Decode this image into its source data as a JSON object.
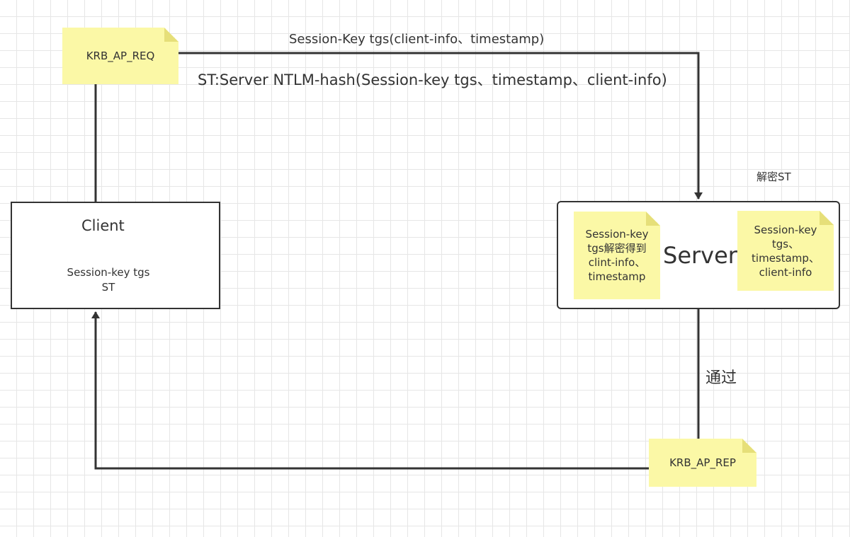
{
  "edges": {
    "req_top": "Session-Key tgs(client-info、timestamp)",
    "req_st": "ST:Server NTLM-hash(Session-key tgs、timestamp、client-info)",
    "decrypt": "解密ST",
    "pass": "通过"
  },
  "client": {
    "title": "Client",
    "line1": "Session-key tgs",
    "line2": "ST"
  },
  "server": {
    "title": "Server",
    "note_left": "Session-key\ntgs解密得到\nclint-info、\ntimestamp",
    "note_right": "Session-key\ntgs、\ntimestamp、\nclient-info"
  },
  "notes": {
    "req": "KRB_AP_REQ",
    "rep": "KRB_AP_REP"
  },
  "colors": {
    "sticky": "#fbf8a6",
    "line": "#333333",
    "grid": "#e6e6e6"
  }
}
